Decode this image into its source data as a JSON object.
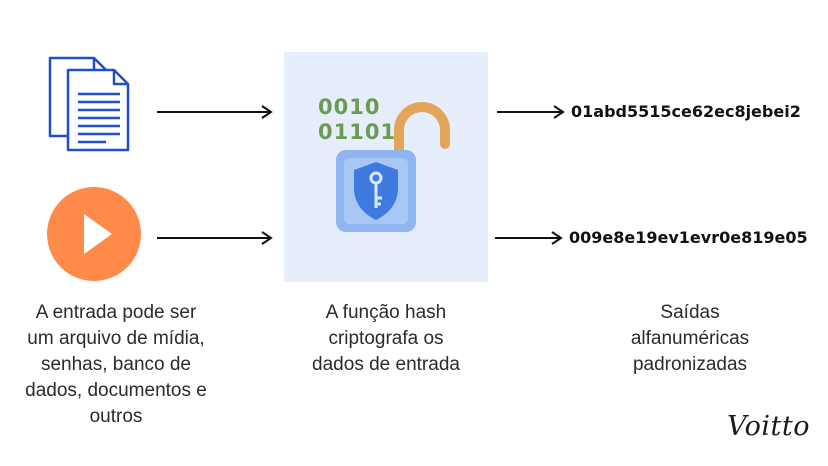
{
  "inputs": {
    "caption_lines": [
      "A entrada pode ser",
      "um arquivo de mídia,",
      "senhas, banco de",
      "dados, documentos e",
      "outros"
    ]
  },
  "hash_function": {
    "binary_top": "0010",
    "binary_bottom": "01101",
    "caption_lines": [
      "A função hash",
      "criptografa os",
      "dados de entrada"
    ]
  },
  "outputs": {
    "hash_1": "01abd5515ce62ec8jebei2",
    "hash_2": "009e8e19ev1evr0e819e05",
    "caption_lines": [
      "Saídas",
      "alfanuméricas",
      "padronizadas"
    ]
  },
  "brand": {
    "logo_text": "Voitto"
  },
  "colors": {
    "document_blue": "#1f4fc4",
    "play_orange": "#ff8a4a",
    "panel_bg": "#e6eefb",
    "binary_green": "#6b9b52",
    "shackle_orange": "#e2a55a",
    "lock_body": "#8fb6f0",
    "shield_blue": "#3d7be0"
  }
}
